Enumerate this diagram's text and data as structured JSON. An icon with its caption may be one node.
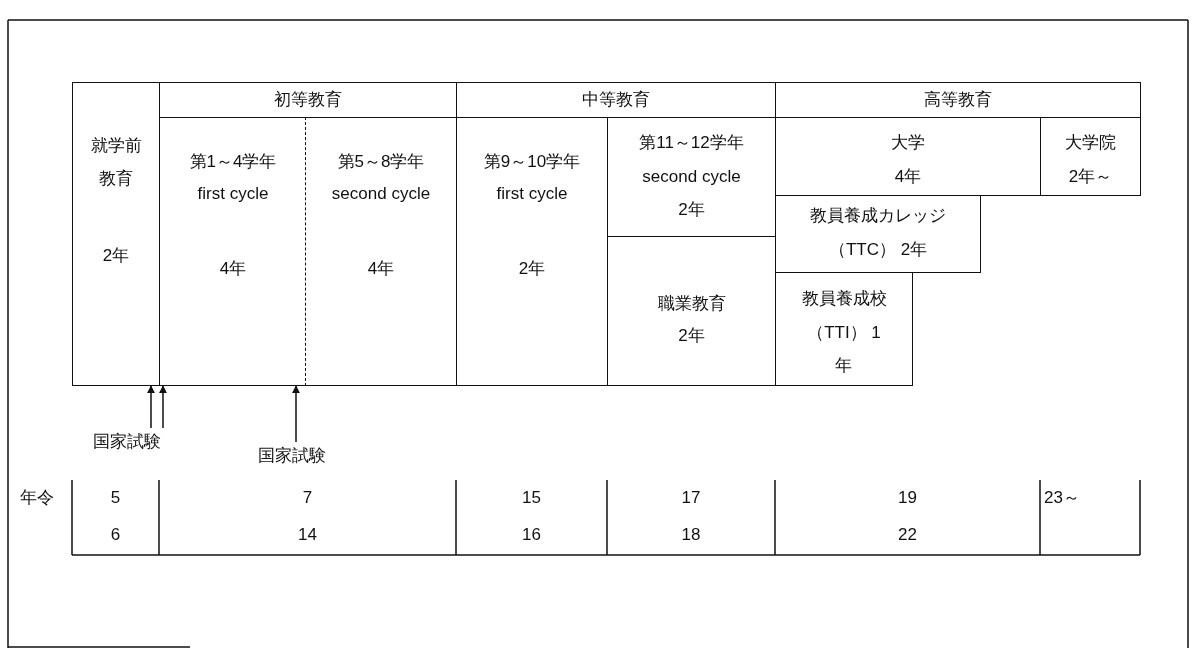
{
  "diagram": {
    "nodes": [
      {
        "text": [
          "就学前教育",
          "2年"
        ]
      },
      {
        "text": [
          "初等教育"
        ]
      },
      {
        "text": [
          "第1～4学年",
          "first cycle",
          "4年"
        ]
      },
      {
        "text": [
          "第5～8学年",
          "second cycle",
          "4年"
        ]
      },
      {
        "text": [
          "中等教育"
        ]
      },
      {
        "text": [
          "第9～10学年",
          "first cycle",
          "2年"
        ]
      },
      {
        "text": [
          "第11～12学年",
          "second cycle",
          "2年"
        ]
      },
      {
        "text": [
          "職業教育",
          "2年"
        ]
      },
      {
        "text": [
          "高等教育"
        ]
      },
      {
        "text": [
          "大学",
          "4年"
        ]
      },
      {
        "text": [
          "大学院",
          "2年～"
        ]
      },
      {
        "text": [
          "教員養成カレッジ",
          "（TTC） 2年"
        ]
      },
      {
        "text": [
          "教員養成校",
          "（TTI） 1年"
        ]
      },
      {
        "text": [
          "国家試験"
        ]
      },
      {
        "text": [
          "国家試験"
        ]
      }
    ],
    "edges": [
      {
        "from": 13,
        "to": 0,
        "arrow": "to"
      },
      {
        "from": 13,
        "to": 2,
        "arrow": "to"
      },
      {
        "from": 14,
        "to": 2,
        "arrow": "to"
      }
    ],
    "labels": [
      "年令",
      "5",
      "7",
      "15",
      "17",
      "19",
      "23～",
      "6",
      "14",
      "16",
      "18",
      "22"
    ]
  }
}
